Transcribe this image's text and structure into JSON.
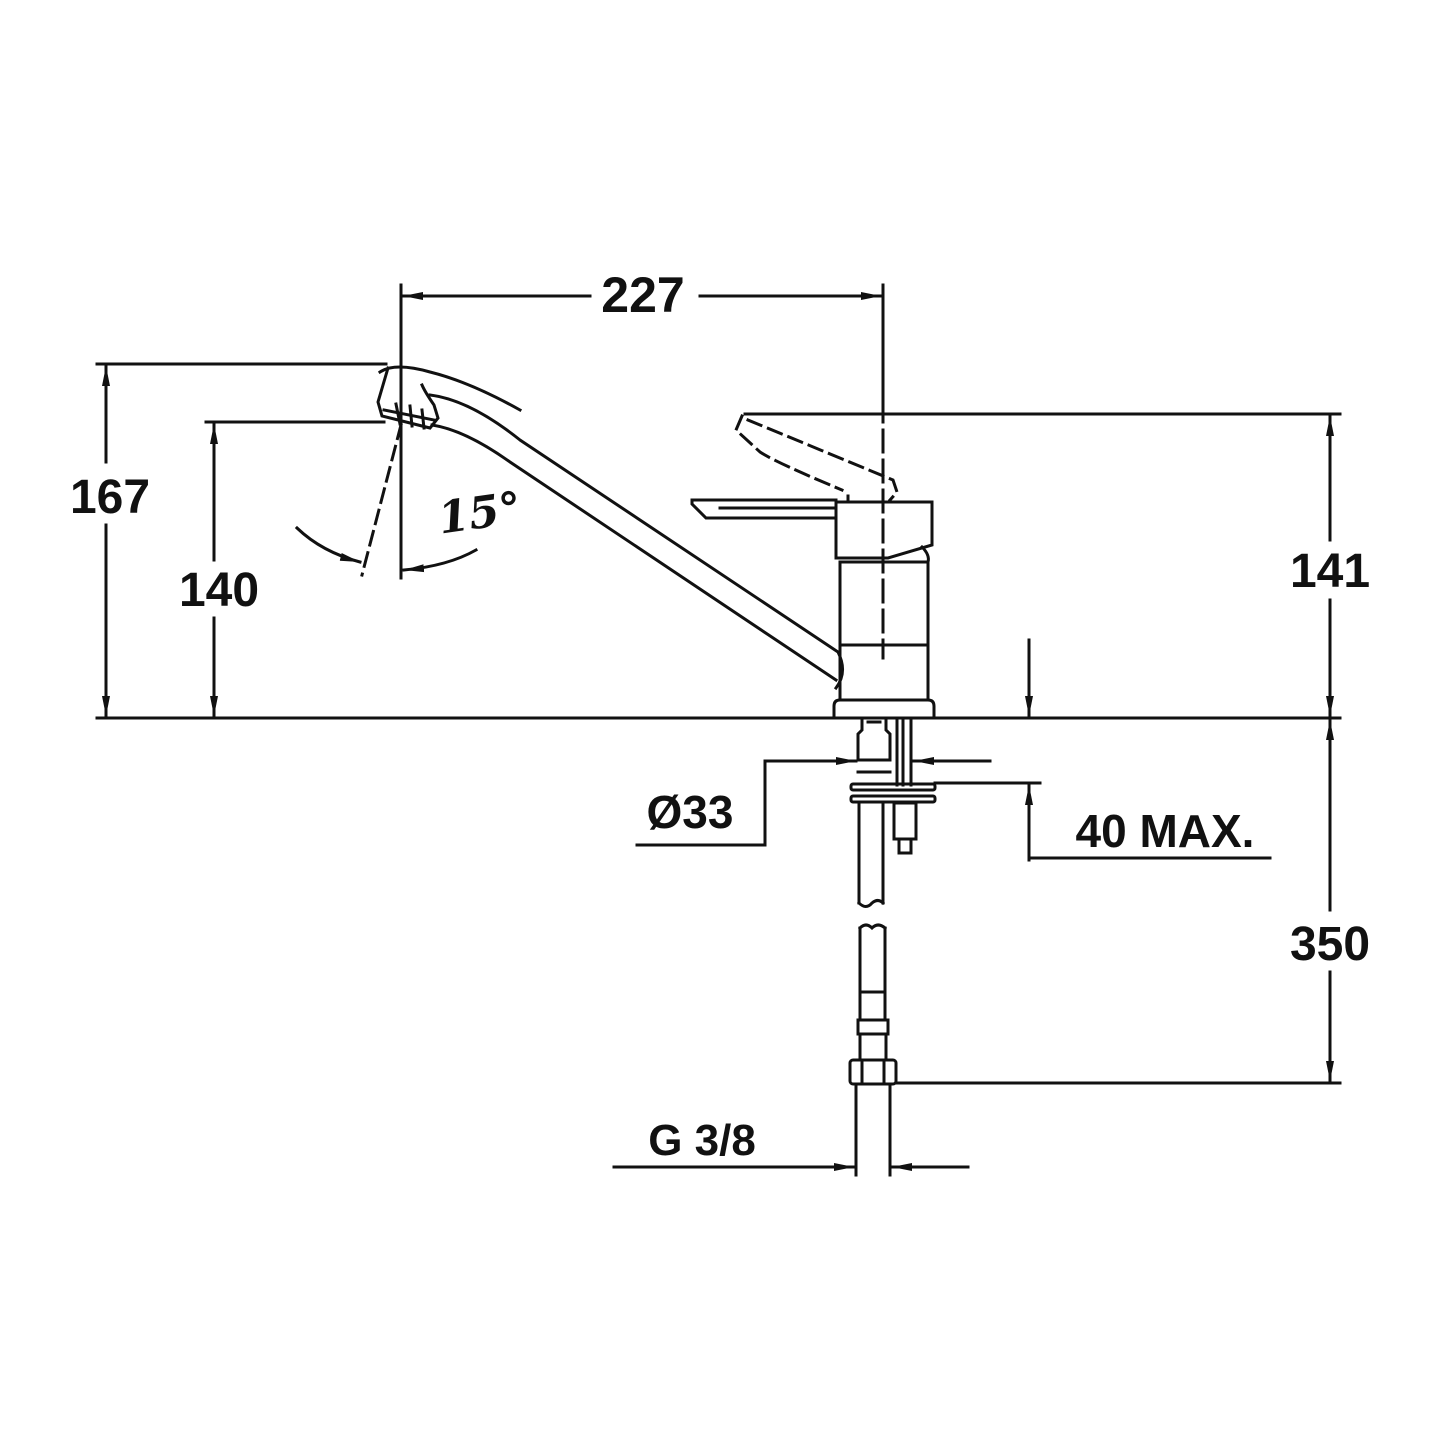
{
  "drawing": {
    "subject": "single-lever kitchen faucet, side view technical drawing",
    "line_color": "#111111",
    "background": "#ffffff"
  },
  "dimensions": {
    "spout_reach": "227",
    "overall_height": "167",
    "outlet_height": "140",
    "lever_height": "141",
    "angle": "15°",
    "shank_diameter": "Ø33",
    "max_counter_thickness": "40 MAX.",
    "hose_length": "350",
    "thread": "G 3/8"
  }
}
